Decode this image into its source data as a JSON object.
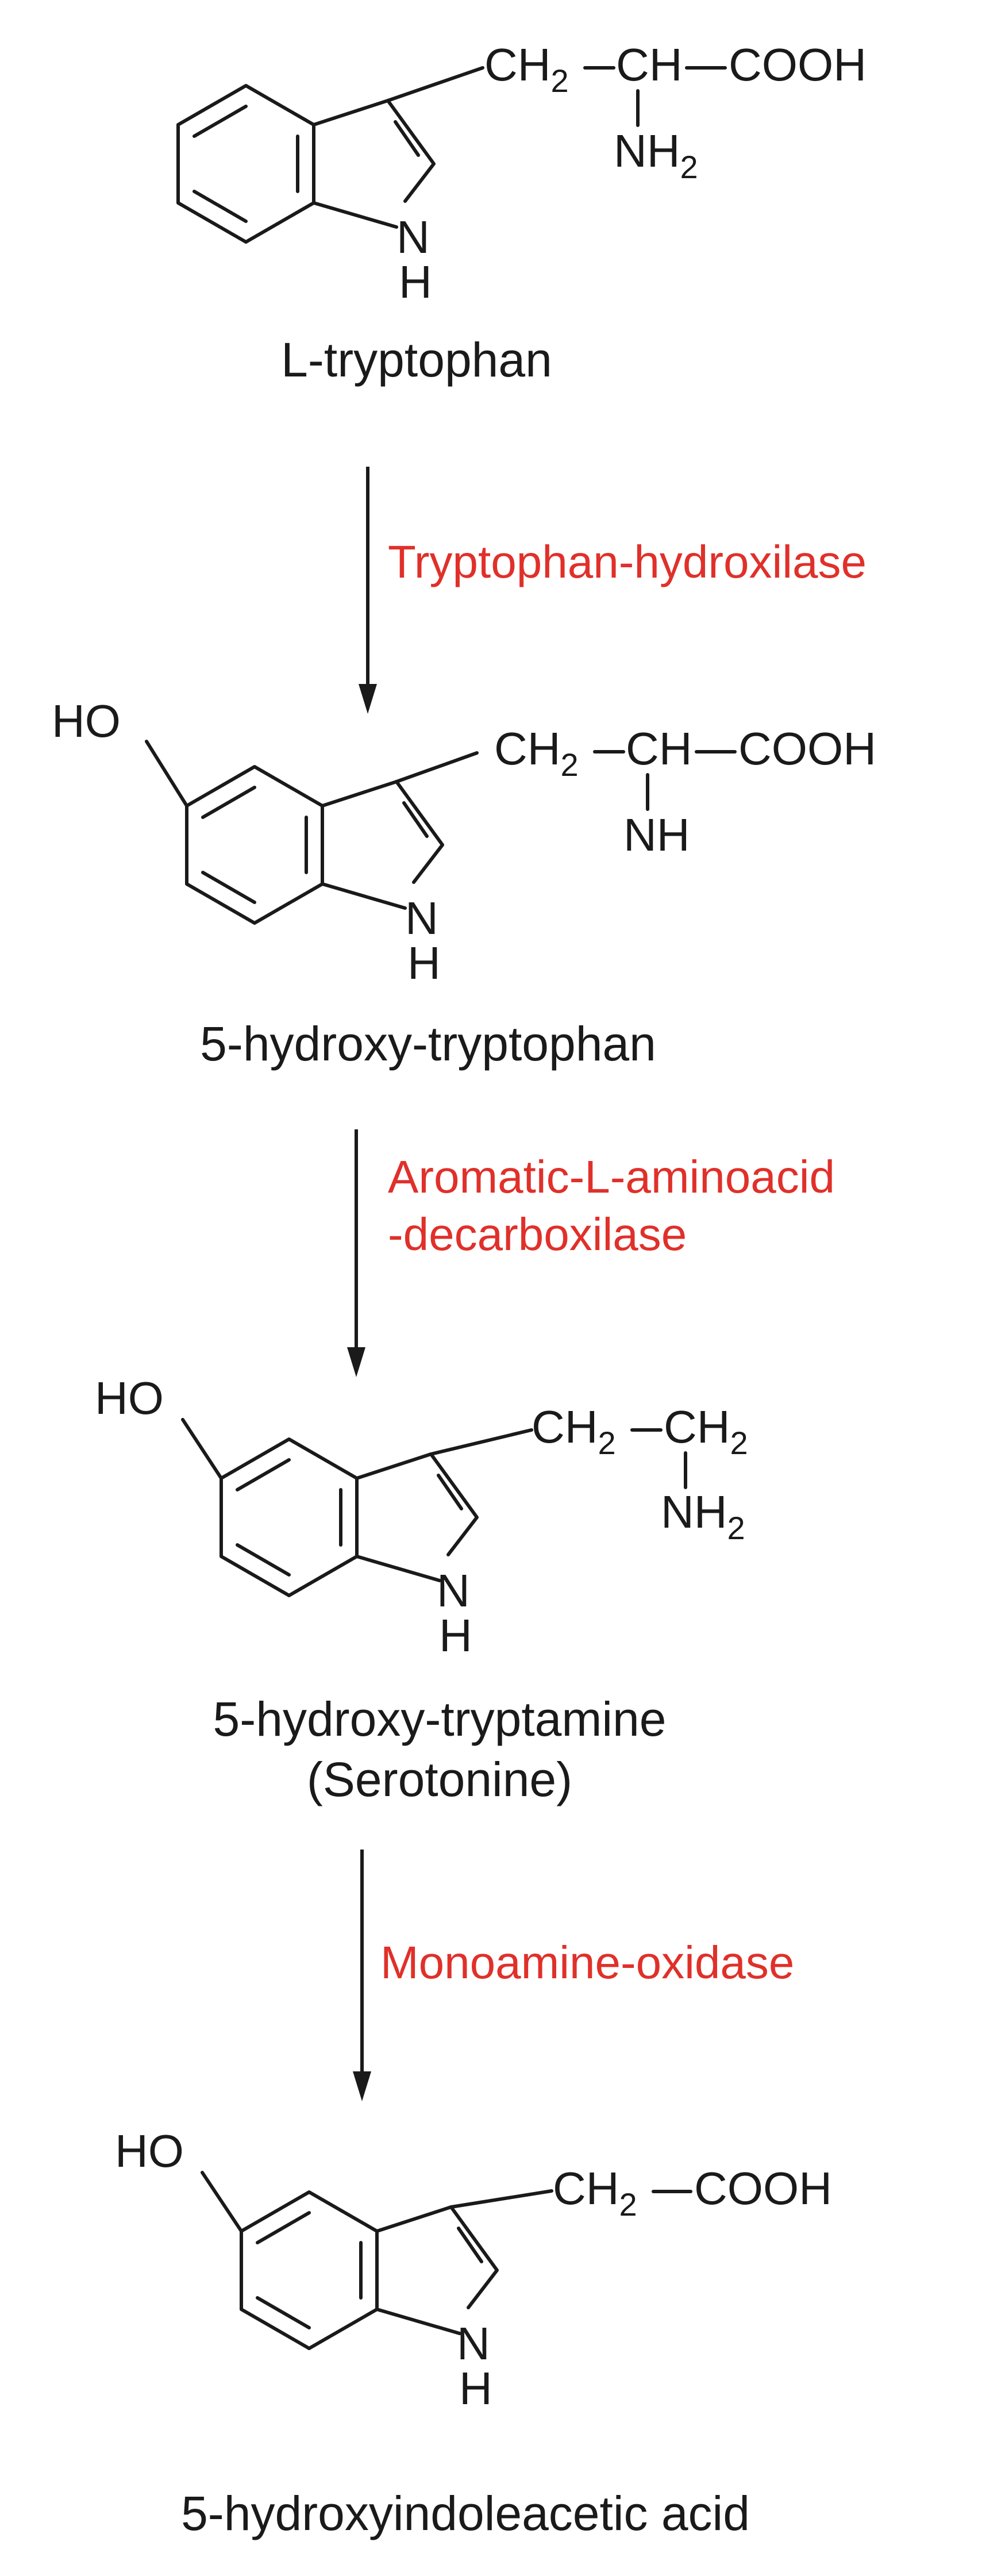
{
  "colors": {
    "ink": "#1a1a1a",
    "enzyme": "#e0302a",
    "background": "#ffffff"
  },
  "compounds": [
    {
      "name": "L-tryptophan",
      "substituent": {
        "ch2": "CH",
        "ch2_sub": "2",
        "ch": "CH",
        "cooh": "COOH",
        "nh": "NH",
        "nh_sub": "2"
      },
      "ring_n": "N",
      "ring_h": "H"
    },
    {
      "name": "5-hydroxy-tryptophan",
      "oh": "HO",
      "substituent": {
        "ch2": "CH",
        "ch2_sub": "2",
        "ch": "CH",
        "cooh": "COOH",
        "nh": "NH"
      },
      "ring_n": "N",
      "ring_h": "H"
    },
    {
      "name": "5-hydroxy-tryptamine",
      "name2": "(Serotonine)",
      "oh": "HO",
      "substituent": {
        "ch2a": "CH",
        "ch2a_sub": "2",
        "ch2b": "CH",
        "ch2b_sub": "2",
        "nh": "NH",
        "nh_sub": "2"
      },
      "ring_n": "N",
      "ring_h": "H"
    },
    {
      "name": "5-hydroxyindoleacetic acid",
      "oh": "HO",
      "substituent": {
        "ch2": "CH",
        "ch2_sub": "2",
        "cooh": "COOH"
      },
      "ring_n": "N",
      "ring_h": "H"
    }
  ],
  "enzymes": [
    {
      "lines": [
        "Tryptophan-hydroxilase"
      ]
    },
    {
      "lines": [
        "Aromatic-L-aminoacid",
        "-decarboxilase"
      ]
    },
    {
      "lines": [
        "Monoamine-oxidase"
      ]
    }
  ]
}
